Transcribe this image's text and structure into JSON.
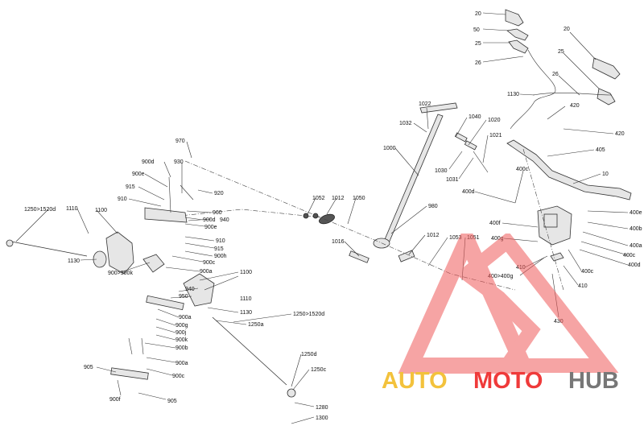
{
  "watermark": {
    "brand": [
      "AUTO",
      "MOTO",
      "HUB"
    ],
    "colors": {
      "auto": "#f3c23c",
      "moto": "#ef3a3a",
      "hub": "#777777",
      "triangle": "#ef5a5a"
    }
  },
  "labels": {
    "l20a": "20",
    "l50": "50",
    "l25a": "25",
    "l26a": "26",
    "l20b": "20",
    "l25b": "25",
    "l26b": "26",
    "l1130a": "1130",
    "l420a": "420",
    "l420b": "420",
    "l405": "405",
    "l10": "10",
    "l1022": "1022",
    "l1032": "1032",
    "l1040": "1040",
    "l1020": "1020",
    "l1021": "1021",
    "l1000": "1000",
    "l1030": "1030",
    "l1031": "1031",
    "l400c_t": "400c",
    "l400d_t": "400d",
    "l400e": "400e",
    "l400b": "400b",
    "l400a": "400a",
    "l400c_r": "400c",
    "l400d_r": "400d",
    "l400c_m": "400c",
    "l400f": "400f",
    "l400g": "400g",
    "l400range": "400>400g",
    "l410a": "410",
    "l410b": "410",
    "l430": "430",
    "l1052": "1052",
    "l1012a": "1012",
    "l1050": "1050",
    "l980": "980",
    "l1016": "1016",
    "l1012b": "1012",
    "l1053": "1053",
    "l1051": "1051",
    "l970": "970",
    "l930": "930",
    "l900d_t": "900d",
    "l900e_t": "900e",
    "l915a": "915",
    "l910a": "910",
    "l920": "920",
    "l960": "960",
    "l900d_m": "900d",
    "l940a": "940",
    "l900e_m": "900e",
    "l910b": "910",
    "l915b": "915",
    "l900h": "900h",
    "l900c_a": "900c",
    "l900a_a": "900a",
    "l1100a": "1100",
    "l1110a": "1110",
    "l1250a": "1250>1520d",
    "l1130b": "1130",
    "l900k_range": "900>900k",
    "l1100b": "1100",
    "l1110b": "1110",
    "l940b": "940",
    "l950": "950",
    "l1130c": "1130",
    "l900a_b": "900a",
    "l900g": "900g",
    "l1250a_b": "1250a",
    "l900j": "900j",
    "l900k": "900k",
    "l900b": "900b",
    "l1250b": "1250>1520d",
    "l900a_c": "900a",
    "l905a": "905",
    "l900c_b": "900c",
    "l1250d": "1250d",
    "l1250c": "1250c",
    "l900f": "900f",
    "l905b": "905",
    "l1280": "1280",
    "l1300": "1300"
  }
}
